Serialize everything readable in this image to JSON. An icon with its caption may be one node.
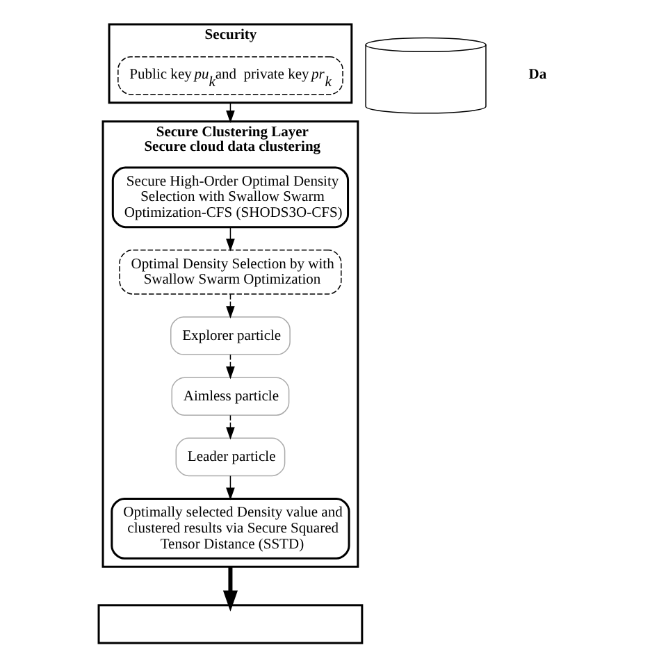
{
  "diagram": {
    "nodes": [
      {
        "text": [
          "Security"
        ]
      },
      {
        "text": [
          "Public key *pu*$_{k}$and  private key *pr*$_{k}$"
        ],
        "in": 0
      },
      {
        "text": [],
        "shape": "cylinder",
        "beside": [
          "Da"
        ]
      },
      {
        "text": [
          "Secure Clustering Layer",
          "Secure cloud data clustering"
        ]
      },
      {
        "text": [
          "Secure High-Order Optimal Density Selection with Swallow Swarm Optimization-CFS (SHODS3O-CFS)"
        ],
        "in": 3
      },
      {
        "text": [
          "Optimal Density Selection by with Swallow Swarm Optimization"
        ],
        "in": 3
      },
      {
        "text": [
          "Explorer particle"
        ],
        "in": 3
      },
      {
        "text": [
          "Aimless particle"
        ],
        "in": 3
      },
      {
        "text": [
          "Leader particle"
        ],
        "in": 3
      },
      {
        "text": [
          "Optimally selected Density value and clustered results via Secure Squared Tensor Distance (SSTD)"
        ],
        "in": 3
      },
      {
        "text": [],
        "shape": "box"
      }
    ],
    "edges": [
      {
        "from": 0,
        "to": 3,
        "arrow": "to"
      },
      {
        "from": 4,
        "to": 5,
        "arrow": "to"
      },
      {
        "from": 5,
        "to": 6,
        "arrow": "to",
        "style": "dashed"
      },
      {
        "from": 6,
        "to": 7,
        "arrow": "to",
        "style": "dashed"
      },
      {
        "from": 7,
        "to": 8,
        "arrow": "to",
        "style": "dashed"
      },
      {
        "from": 8,
        "to": 9,
        "arrow": "to"
      },
      {
        "from": 3,
        "to": 10,
        "arrow": "to",
        "style": "thick"
      }
    ]
  }
}
